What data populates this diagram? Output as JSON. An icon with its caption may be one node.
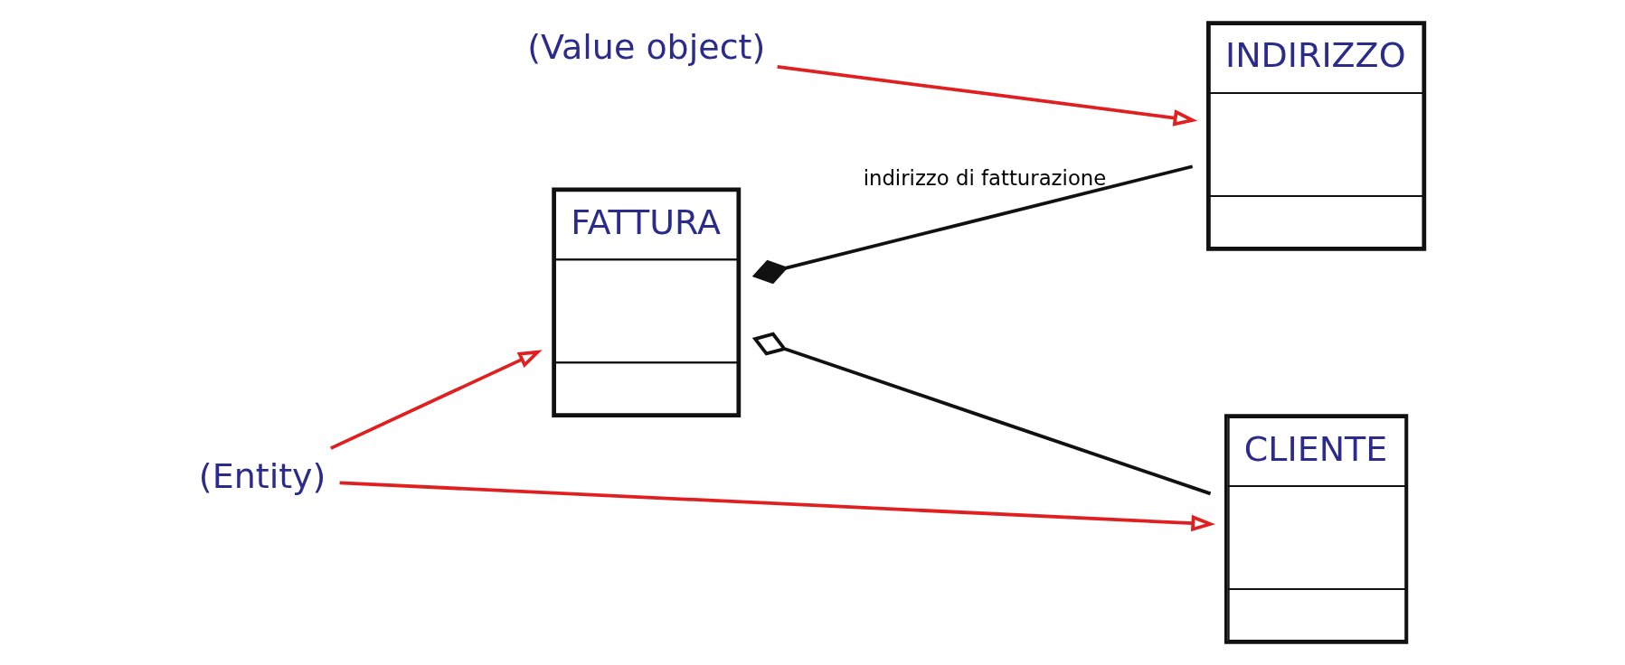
{
  "diagram": {
    "nodes": [
      {
        "text": [
          "FATTURA"
        ]
      },
      {
        "text": [
          "INDIRIZZO"
        ]
      },
      {
        "text": [
          "CLIENTE"
        ]
      },
      {
        "text": [
          "(Value object)"
        ]
      },
      {
        "text": [
          "(Entity)"
        ]
      }
    ],
    "edges": [
      {
        "from": 0,
        "to": 1,
        "arrow": "other",
        "label": "indirizzo di fatturazione",
        "color": "#111111"
      },
      {
        "from": 0,
        "to": 2,
        "arrow": "other",
        "color": "#111111"
      },
      {
        "from": 3,
        "to": 1,
        "arrow": "to",
        "color": "#e02020"
      },
      {
        "from": 4,
        "to": 0,
        "arrow": "to",
        "color": "#e02020"
      },
      {
        "from": 4,
        "to": 2,
        "arrow": "to",
        "color": "#e02020"
      }
    ]
  }
}
